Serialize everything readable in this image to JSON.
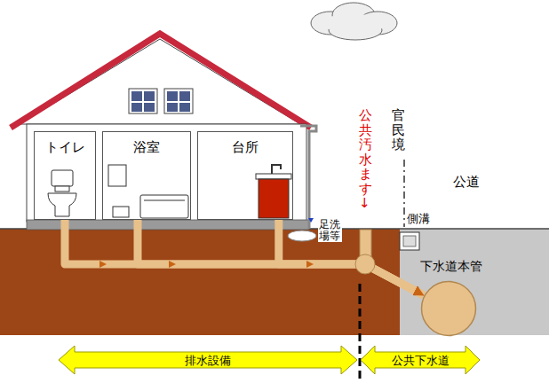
{
  "diagram": {
    "nodes": [
      {
        "text": [
          "トイレ"
        ]
      },
      {
        "text": [
          "浴室"
        ]
      },
      {
        "text": [
          "台所"
        ]
      },
      {
        "text": [
          "下水道本管"
        ]
      }
    ],
    "edges": [
      {
        "from": 0,
        "to": 3,
        "arrow": "to"
      },
      {
        "from": 1,
        "to": 3,
        "arrow": "to"
      },
      {
        "from": 2,
        "to": 3,
        "arrow": "to"
      }
    ],
    "labels": [
      "足洗場等",
      "公共汚水ます↓",
      "官民境",
      "公道",
      "側溝",
      "排水設備",
      "公共下水道"
    ]
  }
}
